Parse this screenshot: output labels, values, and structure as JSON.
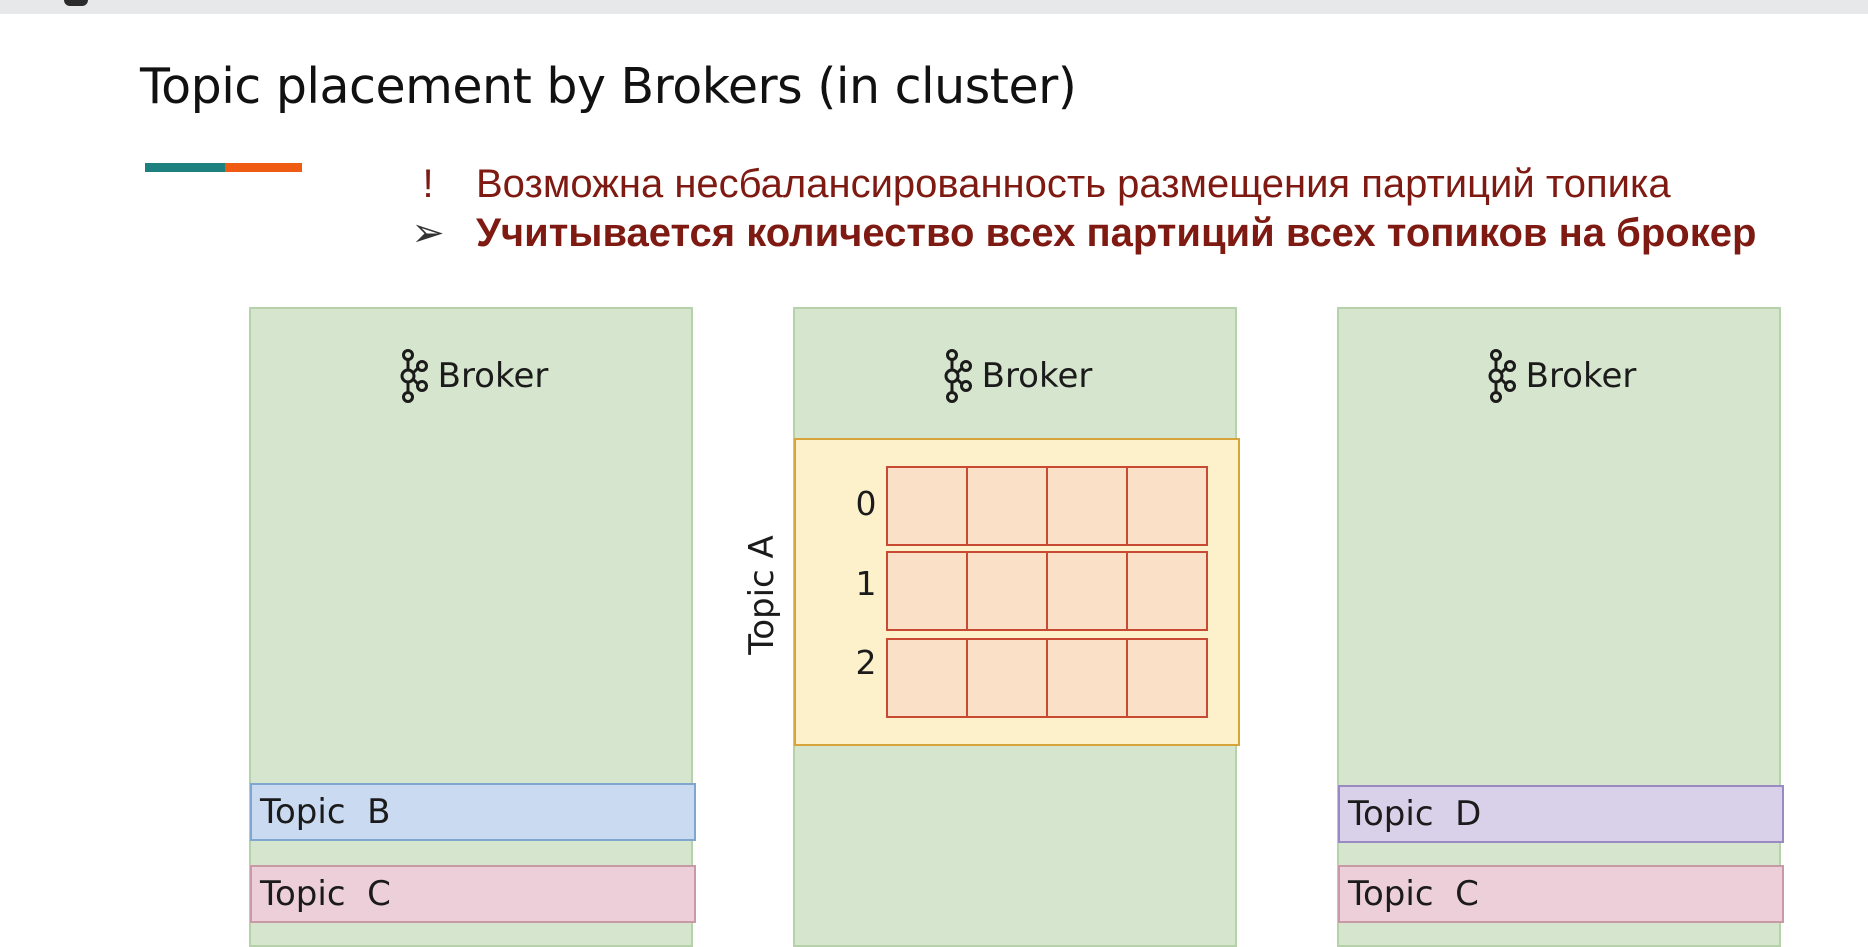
{
  "slide": {
    "title": "Topic placement by Brokers (in cluster)"
  },
  "accent_colors": {
    "teal": "#1c8080",
    "orange": "#ef5b13",
    "bullet_text": "#7e1a12"
  },
  "bullets": [
    {
      "marker": "!",
      "text": "Возможна несбалансированность размещения партиций топика"
    },
    {
      "marker": "➢",
      "text": "Учитывается количество всех партиций всех топиков на брокер"
    }
  ],
  "brokers": [
    {
      "label": "Broker",
      "icon": "kafka-icon",
      "topics": [
        "Topic  B",
        "Topic  C"
      ]
    },
    {
      "label": "Broker",
      "icon": "kafka-icon",
      "topics": []
    },
    {
      "label": "Broker",
      "icon": "kafka-icon",
      "topics": [
        "Topic  D",
        "Topic  C"
      ]
    }
  ],
  "topic_a": {
    "label": "Topic  A",
    "partitions": [
      "0",
      "1",
      "2"
    ],
    "segments_per_partition": 4
  }
}
